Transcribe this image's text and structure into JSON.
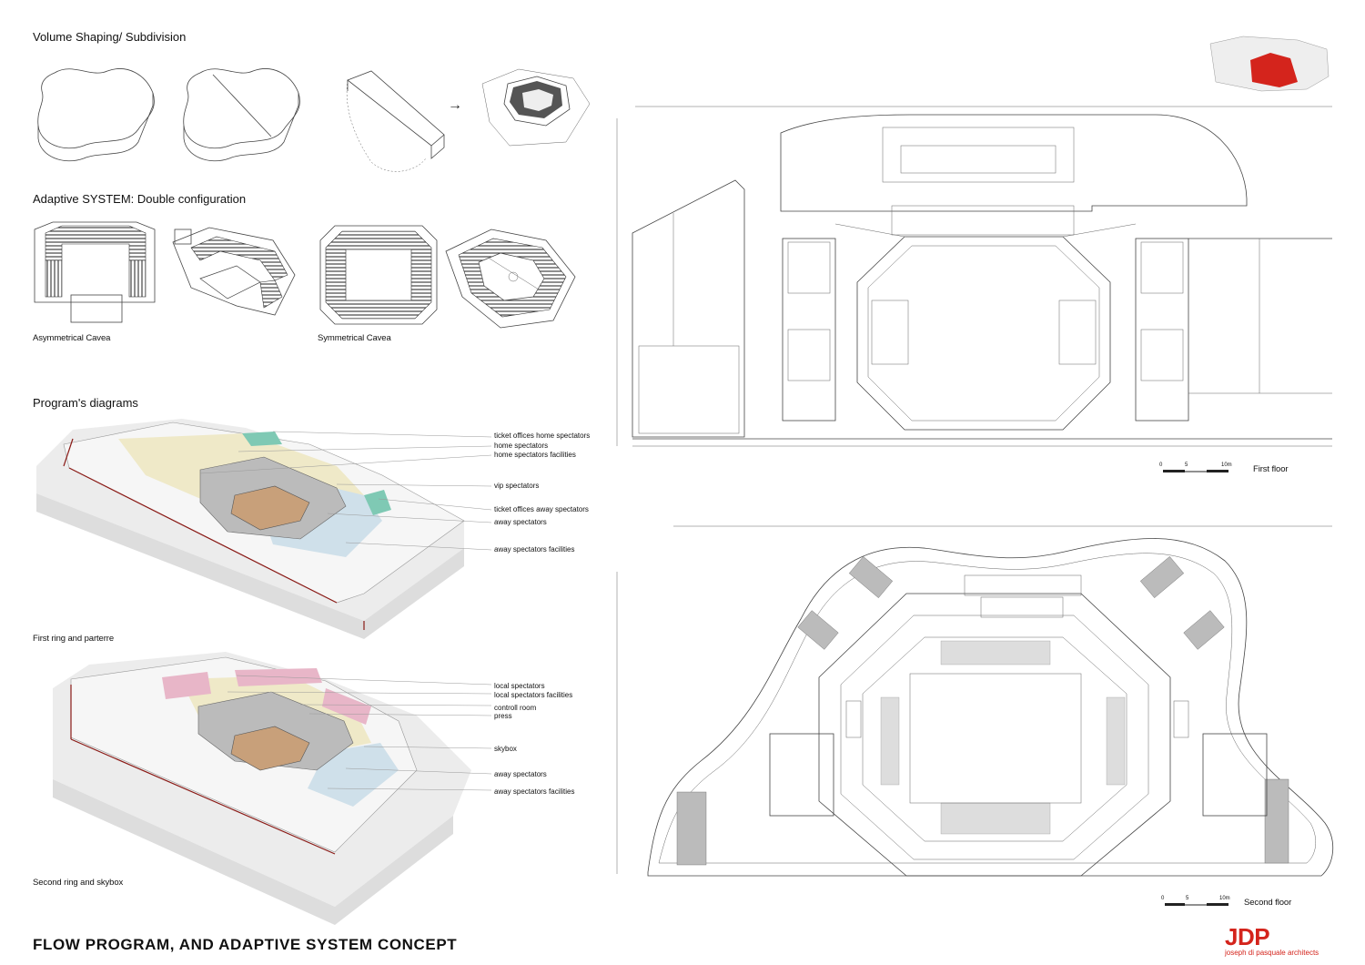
{
  "sections": {
    "volume_title": "Volume Shaping/ Subdivision",
    "adaptive_title": "Adaptive SYSTEM: Double configuration",
    "program_title": "Program's diagrams"
  },
  "adaptive_captions": {
    "asymmetrical": "Asymmetrical Cavea",
    "symmetrical": "Symmetrical Cavea"
  },
  "diagram1": {
    "caption": "First ring and parterre",
    "labels": [
      "ticket offices home spectators",
      "home spectators",
      "home spectators facilities",
      "vip spectators",
      "ticket offices away spectators",
      "away spectators",
      "away spectators facilities"
    ]
  },
  "diagram2": {
    "caption": "Second ring and skybox",
    "labels": [
      "local spectators",
      "local spectators facilities",
      "controll room",
      "press",
      "skybox",
      "away spectators",
      "away spectators facilities"
    ]
  },
  "plans": {
    "first_floor": "First floor",
    "second_floor": "Second floor",
    "scale_ticks": [
      "0",
      "5",
      "10m"
    ]
  },
  "footer": {
    "title": "FLOW PROGRAM, AND ADAPTIVE SYSTEM CONCEPT",
    "logo": "JDP",
    "logo_sub": "joseph di pasquale architects"
  },
  "colors": {
    "accent": "#d4241c",
    "court": "#c8a07a",
    "home_zone": "#efe9c8",
    "away_zone": "#cfe0ea",
    "vip": "#7fc9b4"
  }
}
